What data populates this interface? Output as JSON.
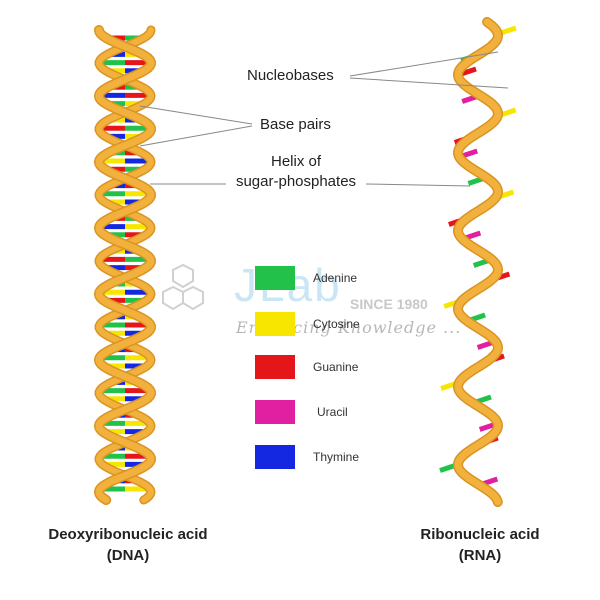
{
  "callouts": {
    "nucleobases": "Nucleobases",
    "base_pairs": "Base pairs",
    "helix_line1": "Helix of",
    "helix_line2": "sugar-phosphates"
  },
  "legend": [
    {
      "label": "Adenine",
      "color": "#22c24a"
    },
    {
      "label": "Cytosine",
      "color": "#f7e600"
    },
    {
      "label": "Guanine",
      "color": "#e5161a"
    },
    {
      "label": "Uracil",
      "color": "#e020a0"
    },
    {
      "label": "Thymine",
      "color": "#1328e0"
    }
  ],
  "captions": {
    "dna_line1": "Deoxyribonucleic acid",
    "dna_line2": "(DNA)",
    "rna_line1": "Ribonucleic acid",
    "rna_line2": "(RNA)"
  },
  "watermark": {
    "brand": "JLab",
    "since": "SINCE 1980",
    "tagline": "Enhancing Knowledge ..."
  },
  "colors": {
    "backbone": "#f2b13c",
    "backbone_dark": "#d99422",
    "callout_line": "#888888"
  }
}
